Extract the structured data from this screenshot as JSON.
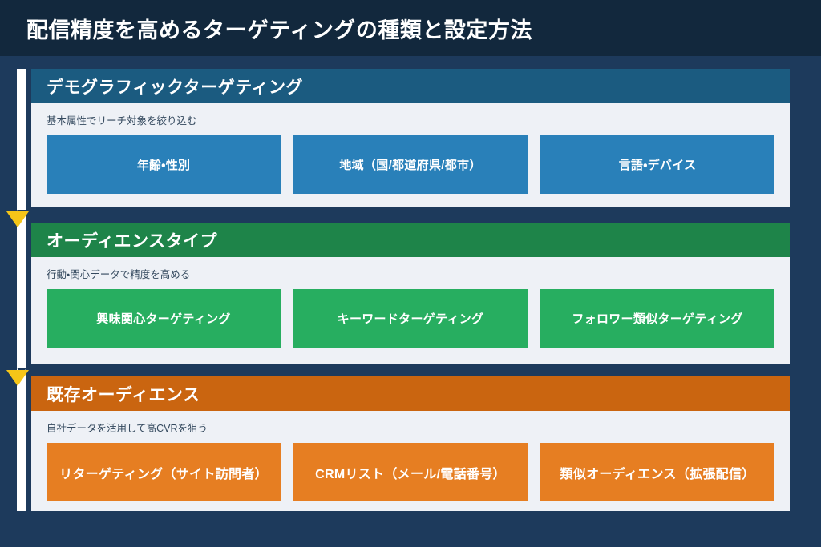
{
  "header": {
    "title": "配信精度を高めるターゲティングの種類と設定方法"
  },
  "colors": {
    "page_background": "#1d3a5c",
    "titlebar_background": "#12283d",
    "card_background": "#eef1f6",
    "rail": "#ffffff",
    "arrow": "#f5c518",
    "blue_header": "#1b5b80",
    "blue_chip": "#2980b9",
    "green_header": "#1e8449",
    "green_chip": "#27ae60",
    "orange_header": "#ca6510",
    "orange_chip": "#e67e22"
  },
  "sections": [
    {
      "id": "demographic",
      "title": "デモグラフィックターゲティング",
      "subtitle": "基本属性でリーチ対象を絞り込む",
      "theme": "blue",
      "items": [
        "年齢・性別",
        "地域（国/都道府県/都市）",
        "言語・デバイス"
      ]
    },
    {
      "id": "audience-type",
      "title": "オーディエンスタイプ",
      "subtitle": "行動・関心データで精度を高める",
      "theme": "green",
      "items": [
        "興味関心ターゲティング",
        "キーワードターゲティング",
        "フォロワー類似ターゲティング"
      ]
    },
    {
      "id": "existing-audience",
      "title": "既存オーディエンス",
      "subtitle": "自社データを活用して高CVRを狙う",
      "theme": "orange",
      "items": [
        "リターゲティング（サイト訪問者）",
        "CRMリスト（メール/電話番号）",
        "類似オーディエンス（拡張配信）"
      ]
    }
  ]
}
